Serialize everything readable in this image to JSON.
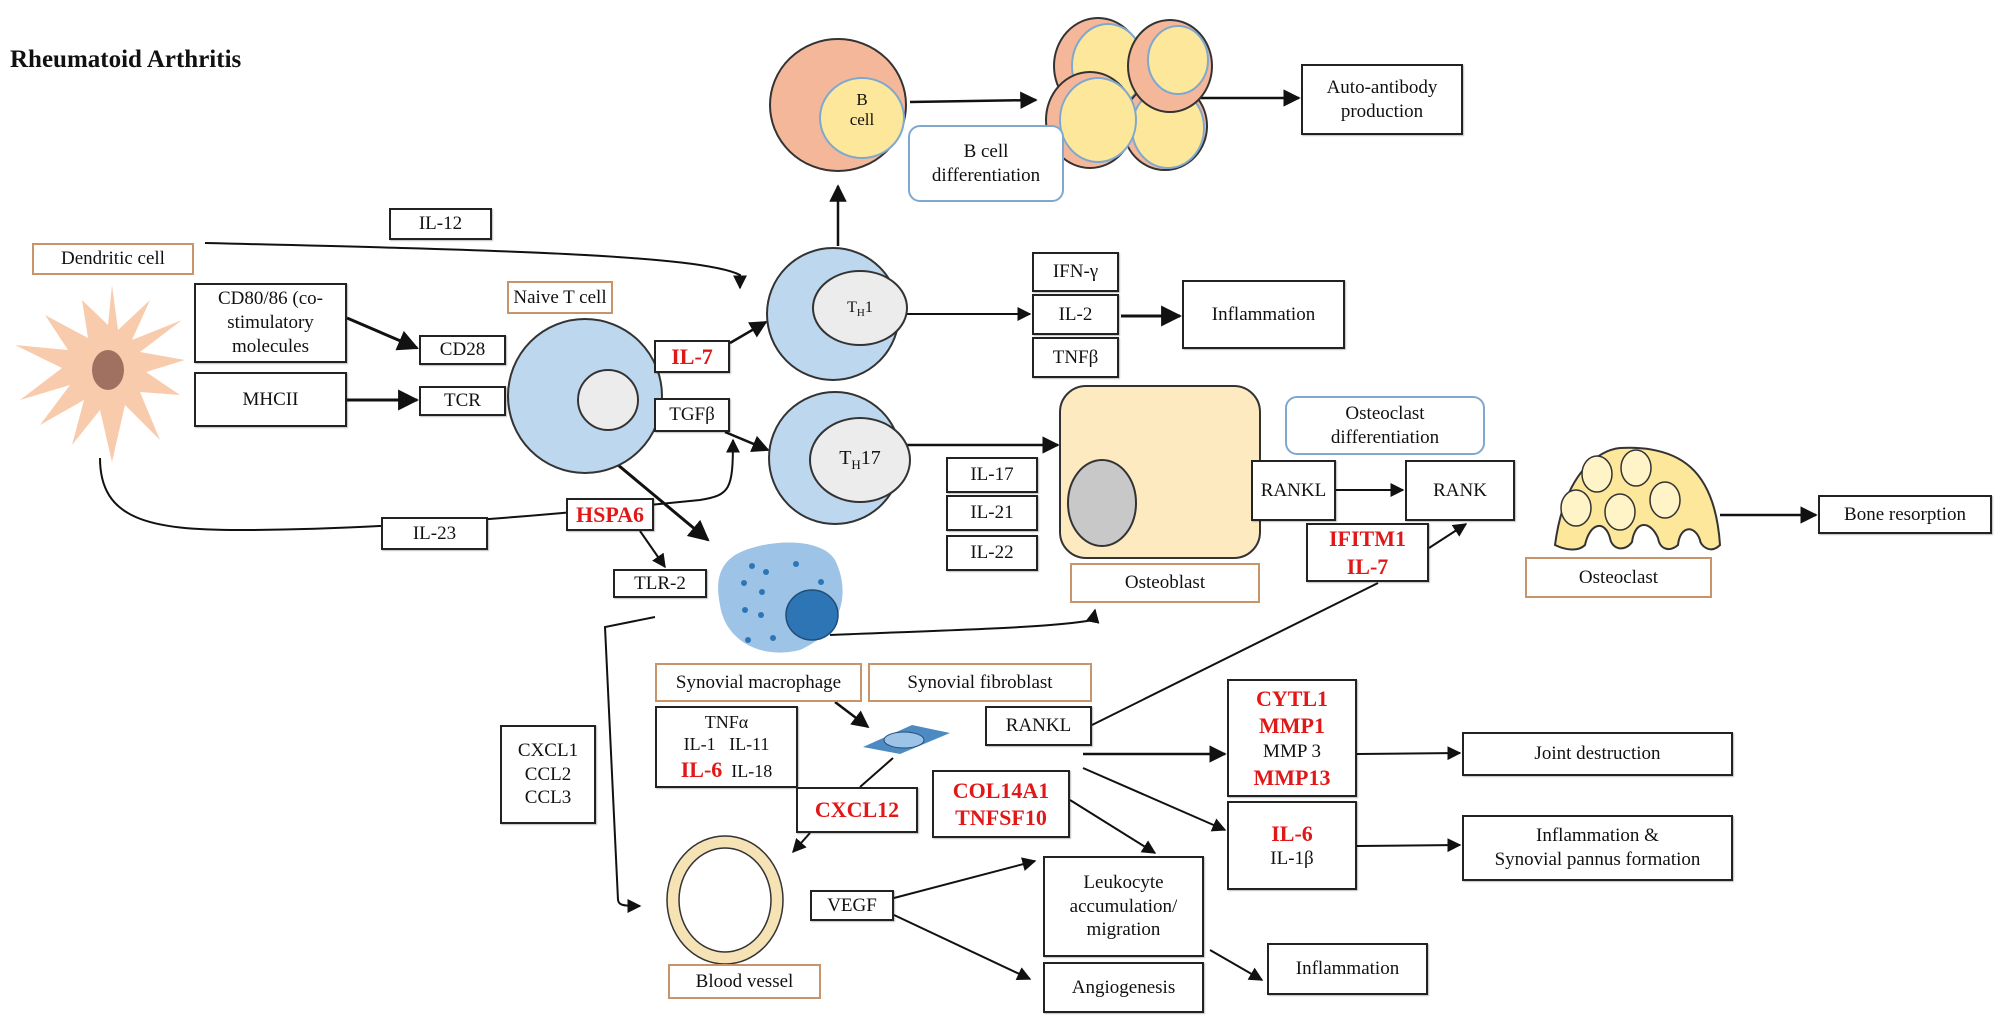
{
  "title": "Rheumatoid Arthritis",
  "colors": {
    "highlight_gene": "#e01818",
    "cell_label_border": "#c8946a",
    "process_border": "#7fa8cf",
    "t_cell_fill": "#bdd7ee",
    "nucleus_fill": "#ececec",
    "b_cell_fill": "#f4b79a",
    "b_nucleus_fill": "#fde79a",
    "osteo_fill": "#fdeac0",
    "macrophage_fill": "#9dc3e6",
    "macrophage_nucleus": "#2e75b6",
    "dendritic_fill": "#f8cbad"
  },
  "cells": {
    "dendritic": "Dendritic  cell",
    "naive_t": "Naive T cell",
    "b_cell_line1": "B",
    "b_cell_line2": "cell",
    "th1": "TH1",
    "th17": "TH17",
    "osteoblast": "Osteoblast",
    "osteoclast": "Osteoclast",
    "synovial_macrophage": "Synovial  macrophage",
    "synovial_fibroblast": "Synovial  fibroblast",
    "blood_vessel": "Blood vessel"
  },
  "processes": {
    "b_cell_diff": [
      "B cell",
      "differentiation"
    ],
    "osteoclast_diff": [
      "Osteoclast",
      "differentiation"
    ]
  },
  "molecules": {
    "cd80": [
      "CD80/86 (co-",
      "stimulatory",
      "molecules"
    ],
    "mhcii": "MHCII",
    "cd28": "CD28",
    "tcr": "TCR",
    "il12": "IL-12",
    "il23": "IL-23",
    "il7_t": "IL-7",
    "tgfb": "TGFβ",
    "hspa6": "HSPA6",
    "tlr2": "TLR-2",
    "ifng": "IFN-γ",
    "il2": "IL-2",
    "tnfb": "TNFβ",
    "il17": "IL-17",
    "il21": "IL-21",
    "il22": "IL-22",
    "rankl_osteo": "RANKL",
    "rank": "RANK",
    "ifitm1": "IFITM1",
    "il7_osteo": "IL-7",
    "tnfa_box": {
      "tnfa": "TNFα",
      "il1": "IL-1",
      "il11": "IL-11",
      "il6": "IL-6",
      "il18": "IL-18"
    },
    "rankl_fibro": "RANKL",
    "chemokines": [
      "CXCL1",
      "CCL2",
      "CCL3"
    ],
    "cxcl12": "CXCL12",
    "col14a1": "COL14A1",
    "tnfsf10": "TNFSF10",
    "mmp_box": {
      "cytl1": "CYTL1",
      "mmp1": "MMP1",
      "mmp3": "MMP 3",
      "mmp13": "MMP13"
    },
    "il6_box": {
      "il6": "IL-6",
      "il1b": "IL-1β"
    },
    "vegf": "VEGF"
  },
  "outcomes": {
    "auto_antibody": [
      "Auto-antibody",
      "production"
    ],
    "inflammation_th1": "Inflammation",
    "bone_resorption": "Bone resorption",
    "joint_destruction": "Joint  destruction",
    "inflammation_pannus": [
      "Inflammation  &",
      "Synovial  pannus  formation"
    ],
    "leukocyte": [
      "Leukocyte",
      "accumulation/",
      "migration"
    ],
    "angiogenesis": "Angiogenesis",
    "inflammation_vessel": "Inflammation"
  }
}
